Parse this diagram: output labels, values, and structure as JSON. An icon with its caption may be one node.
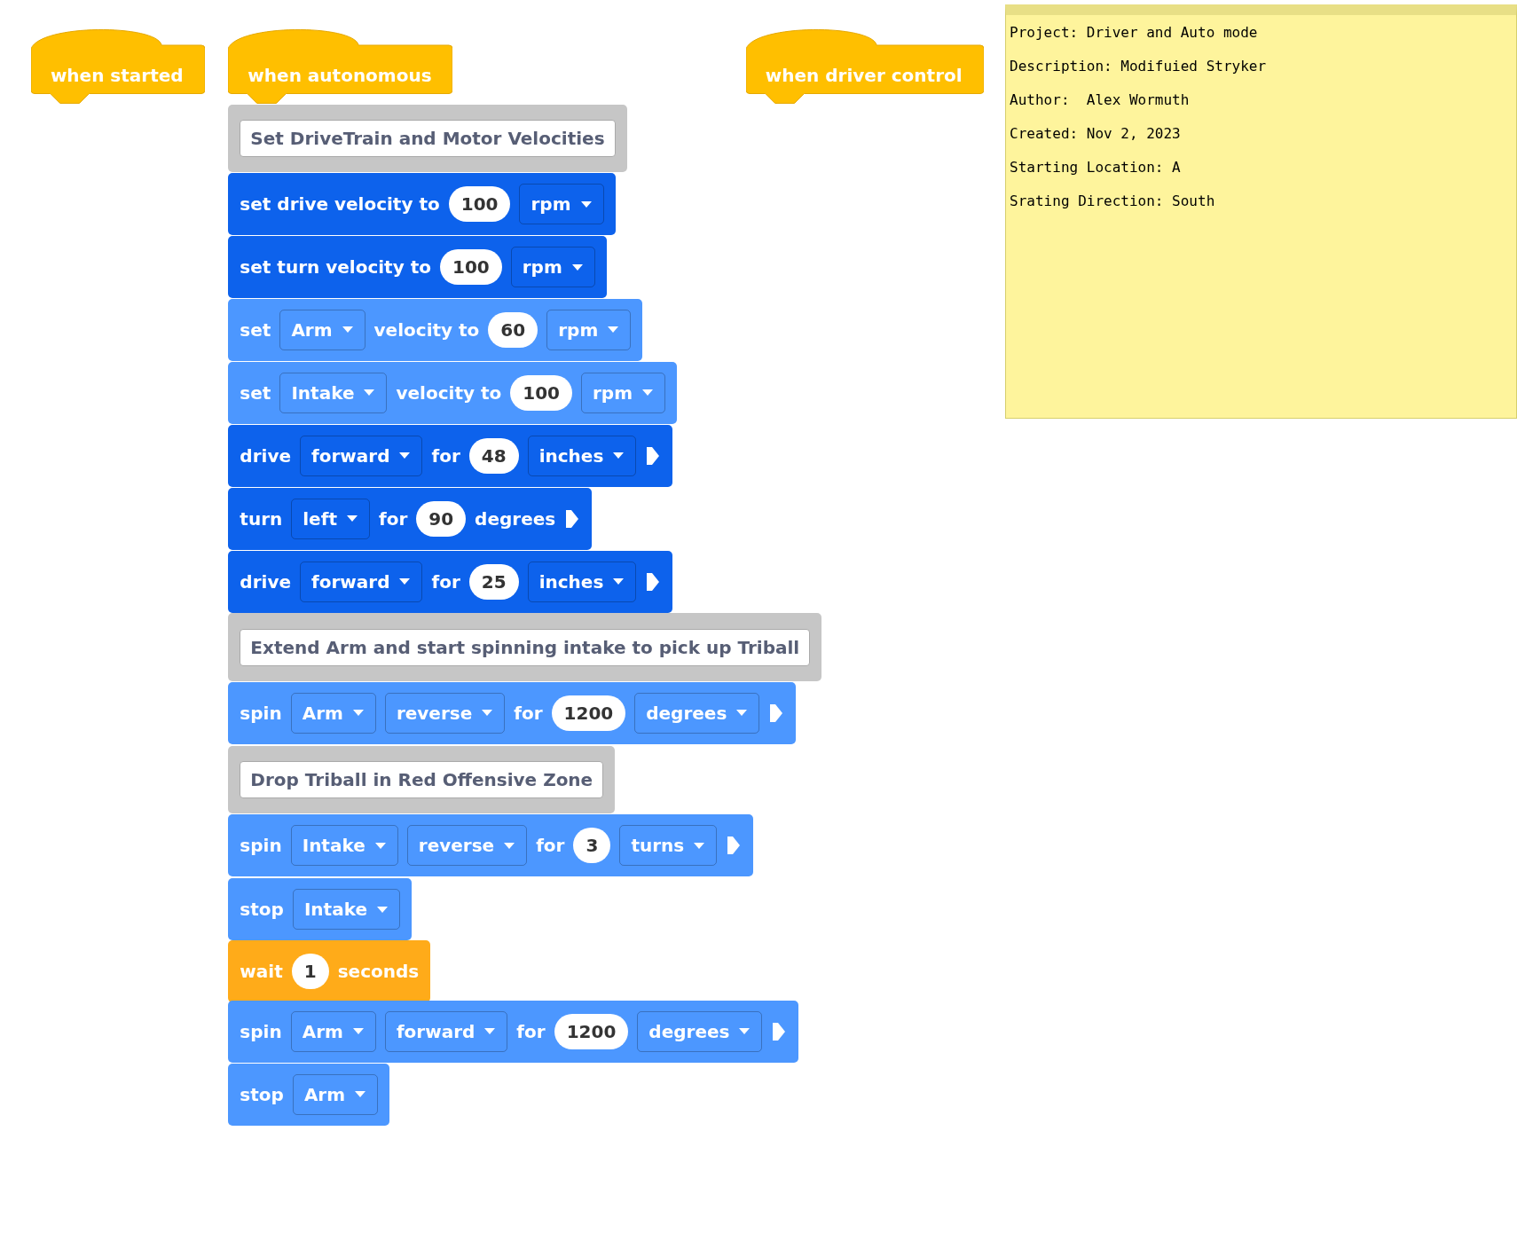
{
  "diagram": {
    "nodes": [
      {
        "text": [
          "when started"
        ]
      },
      {
        "text": [
          "when autonomous"
        ]
      },
      {
        "text": [
          "when driver control"
        ]
      },
      {
        "text": [
          "Set DriveTrain and Motor Velocities"
        ]
      },
      {
        "text": [
          "set drive velocity to",
          "100",
          "rpm"
        ]
      },
      {
        "text": [
          "set turn velocity to",
          "100",
          "rpm"
        ]
      },
      {
        "text": [
          "set",
          "Arm",
          "velocity to",
          "60",
          "rpm"
        ]
      },
      {
        "text": [
          "set",
          "Intake",
          "velocity to",
          "100",
          "rpm"
        ]
      },
      {
        "text": [
          "drive",
          "forward",
          "for",
          "48",
          "inches"
        ]
      },
      {
        "text": [
          "turn",
          "left",
          "for",
          "90",
          "degrees"
        ]
      },
      {
        "text": [
          "drive",
          "forward",
          "for",
          "25",
          "inches"
        ]
      },
      {
        "text": [
          "Extend Arm and start spinning intake to pick up Triball"
        ]
      },
      {
        "text": [
          "spin",
          "Arm",
          "reverse",
          "for",
          "1200",
          "degrees"
        ]
      },
      {
        "text": [
          "Drop Triball in Red Offensive Zone"
        ]
      },
      {
        "text": [
          "spin",
          "Intake",
          "reverse",
          "for",
          "3",
          "turns"
        ]
      },
      {
        "text": [
          "stop",
          "Intake"
        ]
      },
      {
        "text": [
          "wait",
          "1",
          "seconds"
        ]
      },
      {
        "text": [
          "spin",
          "Arm",
          "forward",
          "for",
          "1200",
          "degrees"
        ]
      },
      {
        "text": [
          "stop",
          "Arm"
        ]
      },
      {
        "text": [
          "Project: Driver and Auto mode",
          "Description: Modifuied Stryker",
          "Author:  Alex Wormuth",
          "Created: Nov 2, 2023",
          "Starting Location: A",
          "Srating Direction: South"
        ]
      }
    ],
    "edges": []
  }
}
